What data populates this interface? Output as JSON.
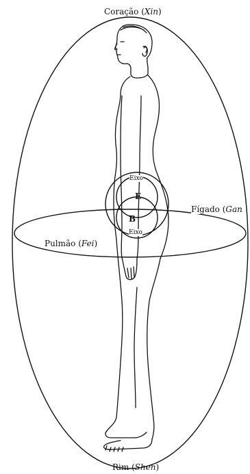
{
  "labels": {
    "top": {
      "main": "Coração (",
      "organ": "Xin",
      "close": ")"
    },
    "bottom": {
      "main": "Rim (",
      "organ": "Shen",
      "close": ")"
    },
    "left": {
      "main": "Pulmão (",
      "organ": "Fei",
      "close": ")"
    },
    "right": {
      "main": "Fígado (",
      "organ": "Gan",
      "close": ""
    }
  },
  "center": {
    "axis_top": "Eixo",
    "axis_bottom": "Eixo",
    "e": "E",
    "b": "B"
  },
  "colors": {
    "ink": "#111111",
    "background": "#ffffff"
  }
}
